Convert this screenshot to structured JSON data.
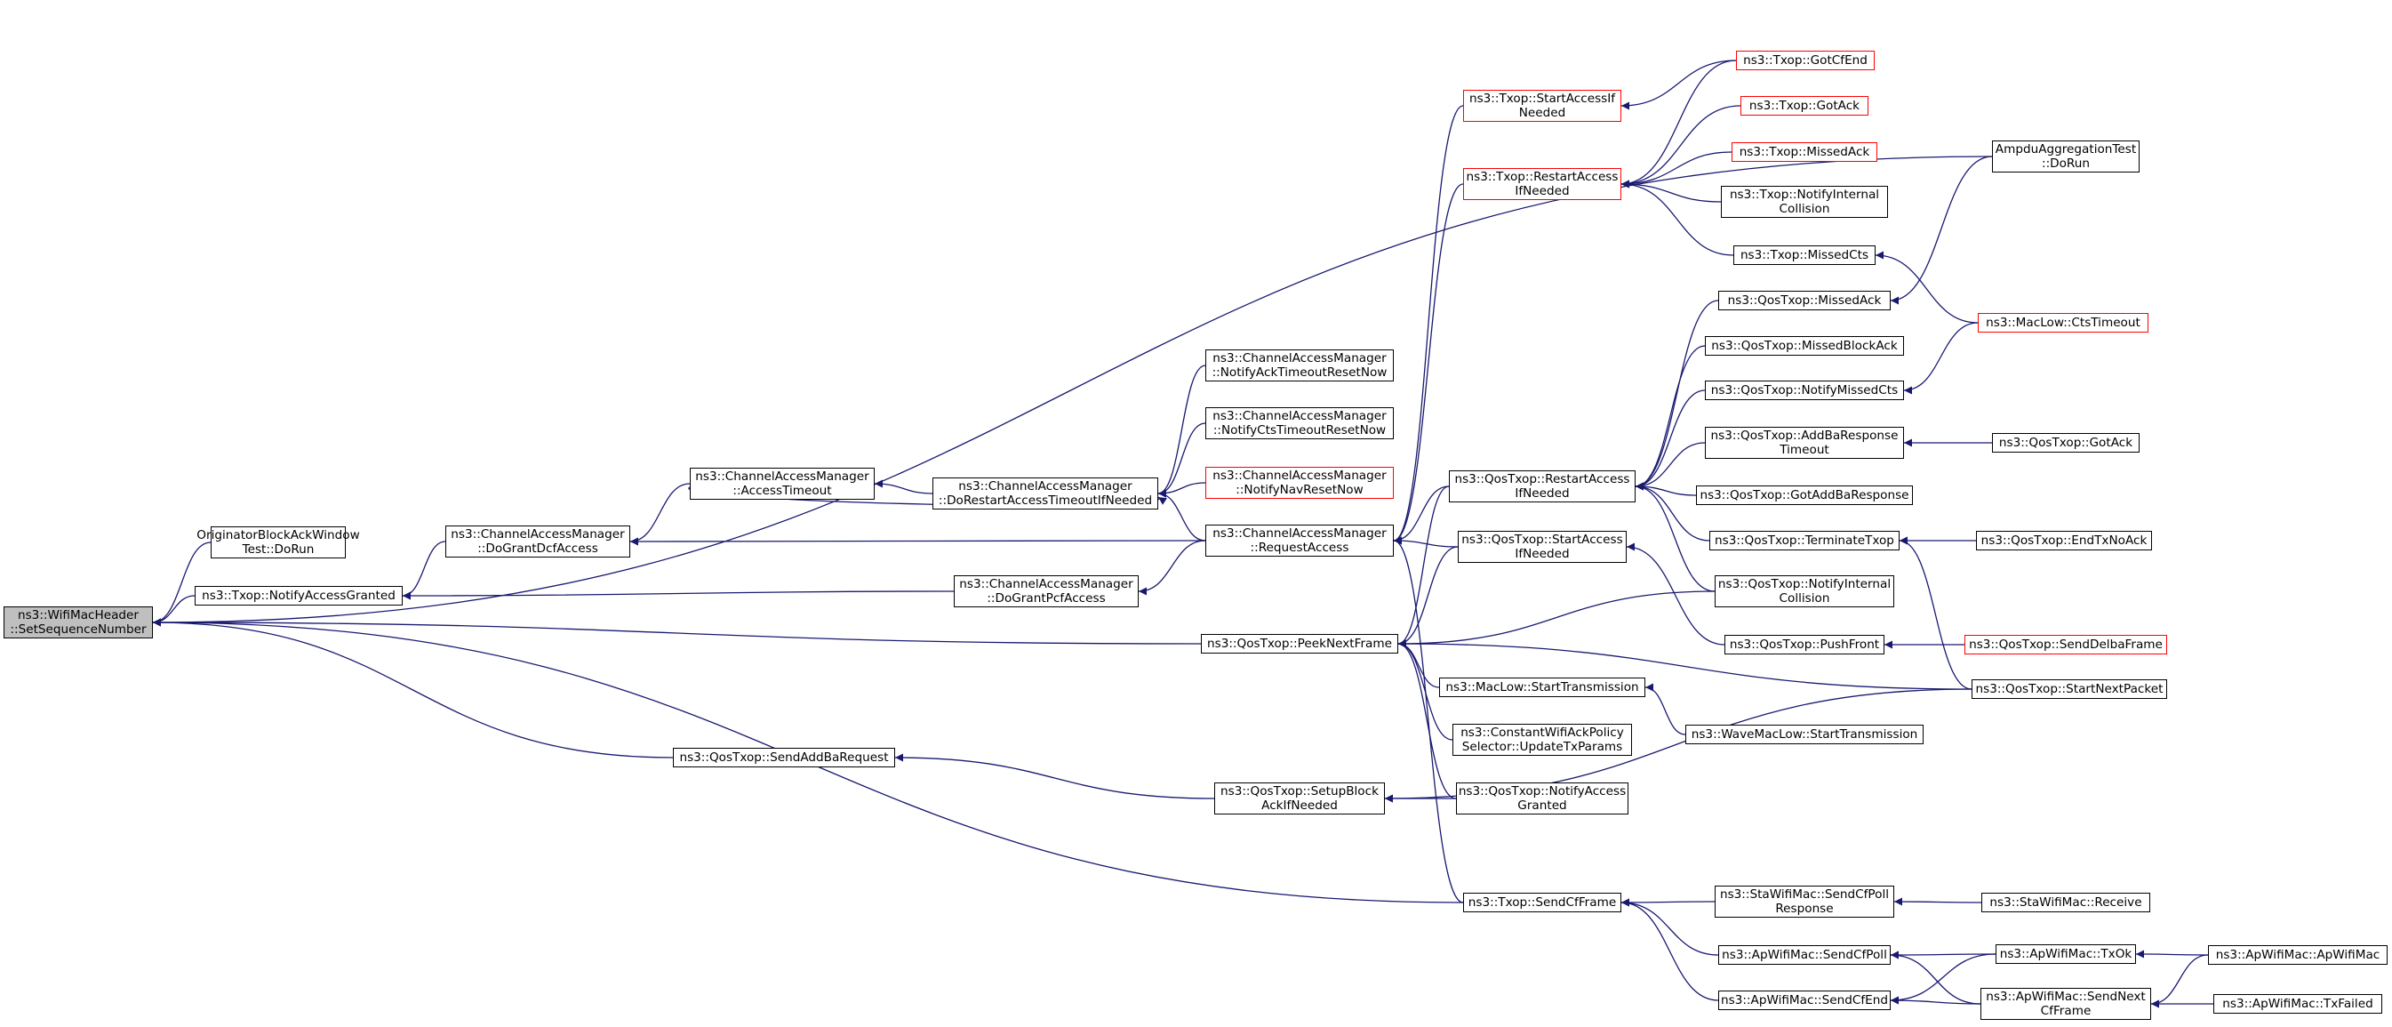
{
  "colors": {
    "edge": "#191970",
    "node_border": "#000000",
    "node_border_highlight": "#ff0000",
    "root_fill": "#bfbfbf"
  },
  "nodes": {
    "set_sequence_number": {
      "lines": [
        "ns3::WifiMacHeader",
        "::SetSequenceNumber"
      ]
    },
    "originator_block_ack": {
      "lines": [
        "OriginatorBlockAckWindow",
        "Test::DoRun"
      ]
    },
    "txop_notify_access_granted": {
      "lines": [
        "ns3::Txop::NotifyAccessGranted"
      ]
    },
    "cam_do_grant_dcf_access": {
      "lines": [
        "ns3::ChannelAccessManager",
        "::DoGrantDcfAccess"
      ]
    },
    "cam_access_timeout": {
      "lines": [
        "ns3::ChannelAccessManager",
        "::AccessTimeout"
      ]
    },
    "cam_do_restart_access": {
      "lines": [
        "ns3::ChannelAccessManager",
        "::DoRestartAccessTimeoutIfNeeded"
      ]
    },
    "cam_notify_ack_timeout": {
      "lines": [
        "ns3::ChannelAccessManager",
        "::NotifyAckTimeoutResetNow"
      ]
    },
    "cam_notify_cts_timeout": {
      "lines": [
        "ns3::ChannelAccessManager",
        "::NotifyCtsTimeoutResetNow"
      ]
    },
    "cam_notify_nav_reset": {
      "lines": [
        "ns3::ChannelAccessManager",
        "::NotifyNavResetNow"
      ]
    },
    "cam_request_access": {
      "lines": [
        "ns3::ChannelAccessManager",
        "::RequestAccess"
      ]
    },
    "cam_do_grant_pcf_access": {
      "lines": [
        "ns3::ChannelAccessManager",
        "::DoGrantPcfAccess"
      ]
    },
    "qostxop_peek_next_frame": {
      "lines": [
        "ns3::QosTxop::PeekNextFrame"
      ]
    },
    "qostxop_send_add_ba_request": {
      "lines": [
        "ns3::QosTxop::SendAddBaRequest"
      ]
    },
    "qostxop_setup_block_ack": {
      "lines": [
        "ns3::QosTxop::SetupBlock",
        "AckIfNeeded"
      ]
    },
    "txop_send_cf_frame": {
      "lines": [
        "ns3::Txop::SendCfFrame"
      ]
    },
    "txop_start_access_if_needed": {
      "lines": [
        "ns3::Txop::StartAccessIf",
        "Needed"
      ]
    },
    "txop_restart_access_if_needed": {
      "lines": [
        "ns3::Txop::RestartAccess",
        "IfNeeded"
      ]
    },
    "qostxop_restart_access_if_needed": {
      "lines": [
        "ns3::QosTxop::RestartAccess",
        "IfNeeded"
      ]
    },
    "qostxop_start_access_if_needed": {
      "lines": [
        "ns3::QosTxop::StartAccess",
        "IfNeeded"
      ]
    },
    "maclow_start_transmission": {
      "lines": [
        "ns3::MacLow::StartTransmission"
      ]
    },
    "constant_wifi_ack_policy": {
      "lines": [
        "ns3::ConstantWifiAckPolicy",
        "Selector::UpdateTxParams"
      ]
    },
    "qostxop_notify_access_granted": {
      "lines": [
        "ns3::QosTxop::NotifyAccess",
        "Granted"
      ]
    },
    "txop_got_cf_end": {
      "lines": [
        "ns3::Txop::GotCfEnd"
      ]
    },
    "txop_got_ack": {
      "lines": [
        "ns3::Txop::GotAck"
      ]
    },
    "txop_missed_ack": {
      "lines": [
        "ns3::Txop::MissedAck"
      ]
    },
    "txop_notify_internal_collision": {
      "lines": [
        "ns3::Txop::NotifyInternal",
        "Collision"
      ]
    },
    "txop_missed_cts": {
      "lines": [
        "ns3::Txop::MissedCts"
      ]
    },
    "qostxop_missed_ack": {
      "lines": [
        "ns3::QosTxop::MissedAck"
      ]
    },
    "qostxop_missed_block_ack": {
      "lines": [
        "ns3::QosTxop::MissedBlockAck"
      ]
    },
    "qostxop_notify_missed_cts": {
      "lines": [
        "ns3::QosTxop::NotifyMissedCts"
      ]
    },
    "qostxop_add_ba_response_timeout": {
      "lines": [
        "ns3::QosTxop::AddBaResponse",
        "Timeout"
      ]
    },
    "qostxop_got_add_ba_response": {
      "lines": [
        "ns3::QosTxop::GotAddBaResponse"
      ]
    },
    "qostxop_terminate_txop": {
      "lines": [
        "ns3::QosTxop::TerminateTxop"
      ]
    },
    "qostxop_notify_internal_collision": {
      "lines": [
        "ns3::QosTxop::NotifyInternal",
        "Collision"
      ]
    },
    "qostxop_push_front": {
      "lines": [
        "ns3::QosTxop::PushFront"
      ]
    },
    "wavemaclow_start_transmission": {
      "lines": [
        "ns3::WaveMacLow::StartTransmission"
      ]
    },
    "stawifimac_send_cf_poll_response": {
      "lines": [
        "ns3::StaWifiMac::SendCfPoll",
        "Response"
      ]
    },
    "apwifimac_send_cf_poll": {
      "lines": [
        "ns3::ApWifiMac::SendCfPoll"
      ]
    },
    "apwifimac_send_cf_end": {
      "lines": [
        "ns3::ApWifiMac::SendCfEnd"
      ]
    },
    "ampdu_aggregation_test": {
      "lines": [
        "AmpduAggregationTest",
        "::DoRun"
      ]
    },
    "maclow_cts_timeout": {
      "lines": [
        "ns3::MacLow::CtsTimeout"
      ]
    },
    "qostxop_got_ack": {
      "lines": [
        "ns3::QosTxop::GotAck"
      ]
    },
    "qostxop_end_tx_no_ack": {
      "lines": [
        "ns3::QosTxop::EndTxNoAck"
      ]
    },
    "qostxop_send_delba_frame": {
      "lines": [
        "ns3::QosTxop::SendDelbaFrame"
      ]
    },
    "qostxop_start_next_packet": {
      "lines": [
        "ns3::QosTxop::StartNextPacket"
      ]
    },
    "stawifimac_receive": {
      "lines": [
        "ns3::StaWifiMac::Receive"
      ]
    },
    "apwifimac_tx_ok": {
      "lines": [
        "ns3::ApWifiMac::TxOk"
      ]
    },
    "apwifimac_send_next_cf_frame": {
      "lines": [
        "ns3::ApWifiMac::SendNext",
        "CfFrame"
      ]
    },
    "apwifimac_apwifimac": {
      "lines": [
        "ns3::ApWifiMac::ApWifiMac"
      ]
    },
    "apwifimac_tx_failed": {
      "lines": [
        "ns3::ApWifiMac::TxFailed"
      ]
    }
  },
  "edges": [
    [
      "set_sequence_number",
      "originator_block_ack"
    ],
    [
      "set_sequence_number",
      "txop_notify_access_granted"
    ],
    [
      "set_sequence_number",
      "qostxop_peek_next_frame"
    ],
    [
      "set_sequence_number",
      "qostxop_send_add_ba_request"
    ],
    [
      "set_sequence_number",
      "txop_send_cf_frame"
    ],
    [
      "set_sequence_number",
      "ampdu_aggregation_test"
    ],
    [
      "txop_notify_access_granted",
      "cam_do_grant_dcf_access"
    ],
    [
      "txop_notify_access_granted",
      "cam_do_grant_pcf_access"
    ],
    [
      "cam_do_grant_dcf_access",
      "cam_access_timeout"
    ],
    [
      "cam_do_grant_dcf_access",
      "cam_request_access"
    ],
    [
      "cam_access_timeout",
      "cam_do_restart_access"
    ],
    [
      "cam_do_restart_access",
      "cam_access_timeout"
    ],
    [
      "cam_do_restart_access",
      "cam_notify_ack_timeout"
    ],
    [
      "cam_do_restart_access",
      "cam_notify_cts_timeout"
    ],
    [
      "cam_do_restart_access",
      "cam_notify_nav_reset"
    ],
    [
      "cam_do_restart_access",
      "cam_request_access"
    ],
    [
      "cam_do_grant_pcf_access",
      "cam_request_access"
    ],
    [
      "cam_request_access",
      "txop_start_access_if_needed"
    ],
    [
      "cam_request_access",
      "txop_restart_access_if_needed"
    ],
    [
      "cam_request_access",
      "qostxop_restart_access_if_needed"
    ],
    [
      "cam_request_access",
      "qostxop_start_access_if_needed"
    ],
    [
      "cam_request_access",
      "txop_send_cf_frame"
    ],
    [
      "txop_start_access_if_needed",
      "txop_got_cf_end"
    ],
    [
      "txop_restart_access_if_needed",
      "txop_got_cf_end"
    ],
    [
      "txop_restart_access_if_needed",
      "txop_got_ack"
    ],
    [
      "txop_restart_access_if_needed",
      "txop_missed_ack"
    ],
    [
      "txop_restart_access_if_needed",
      "txop_notify_internal_collision"
    ],
    [
      "txop_restart_access_if_needed",
      "txop_missed_cts"
    ],
    [
      "txop_missed_cts",
      "maclow_cts_timeout"
    ],
    [
      "qostxop_missed_ack",
      "ampdu_aggregation_test"
    ],
    [
      "qostxop_notify_missed_cts",
      "maclow_cts_timeout"
    ],
    [
      "qostxop_restart_access_if_needed",
      "qostxop_missed_ack"
    ],
    [
      "qostxop_restart_access_if_needed",
      "qostxop_missed_block_ack"
    ],
    [
      "qostxop_restart_access_if_needed",
      "qostxop_notify_missed_cts"
    ],
    [
      "qostxop_restart_access_if_needed",
      "qostxop_add_ba_response_timeout"
    ],
    [
      "qostxop_restart_access_if_needed",
      "qostxop_got_add_ba_response"
    ],
    [
      "qostxop_restart_access_if_needed",
      "qostxop_terminate_txop"
    ],
    [
      "qostxop_restart_access_if_needed",
      "qostxop_notify_internal_collision"
    ],
    [
      "qostxop_add_ba_response_timeout",
      "qostxop_got_ack"
    ],
    [
      "qostxop_terminate_txop",
      "qostxop_end_tx_no_ack"
    ],
    [
      "qostxop_terminate_txop",
      "qostxop_start_next_packet"
    ],
    [
      "qostxop_start_access_if_needed",
      "qostxop_push_front"
    ],
    [
      "qostxop_push_front",
      "qostxop_send_delba_frame"
    ],
    [
      "qostxop_peek_next_frame",
      "qostxop_restart_access_if_needed"
    ],
    [
      "qostxop_peek_next_frame",
      "qostxop_start_access_if_needed"
    ],
    [
      "qostxop_peek_next_frame",
      "qostxop_notify_internal_collision"
    ],
    [
      "qostxop_peek_next_frame",
      "maclow_start_transmission"
    ],
    [
      "qostxop_peek_next_frame",
      "constant_wifi_ack_policy"
    ],
    [
      "qostxop_peek_next_frame",
      "qostxop_notify_access_granted"
    ],
    [
      "qostxop_peek_next_frame",
      "qostxop_start_next_packet"
    ],
    [
      "maclow_start_transmission",
      "wavemaclow_start_transmission"
    ],
    [
      "qostxop_send_add_ba_request",
      "qostxop_setup_block_ack"
    ],
    [
      "qostxop_setup_block_ack",
      "qostxop_notify_access_granted"
    ],
    [
      "qostxop_setup_block_ack",
      "qostxop_start_next_packet"
    ],
    [
      "txop_send_cf_frame",
      "stawifimac_send_cf_poll_response"
    ],
    [
      "txop_send_cf_frame",
      "apwifimac_send_cf_poll"
    ],
    [
      "txop_send_cf_frame",
      "apwifimac_send_cf_end"
    ],
    [
      "stawifimac_send_cf_poll_response",
      "stawifimac_receive"
    ],
    [
      "apwifimac_send_cf_poll",
      "apwifimac_tx_ok"
    ],
    [
      "apwifimac_send_cf_poll",
      "apwifimac_send_next_cf_frame"
    ],
    [
      "apwifimac_send_cf_end",
      "apwifimac_tx_ok"
    ],
    [
      "apwifimac_send_cf_end",
      "apwifimac_send_next_cf_frame"
    ],
    [
      "apwifimac_tx_ok",
      "apwifimac_apwifimac"
    ],
    [
      "apwifimac_send_next_cf_frame",
      "apwifimac_apwifimac"
    ],
    [
      "apwifimac_send_next_cf_frame",
      "apwifimac_tx_failed"
    ]
  ]
}
